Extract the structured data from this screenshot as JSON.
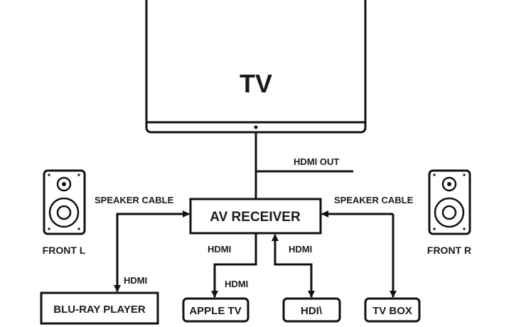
{
  "tv": {
    "label": "TV"
  },
  "hdmi_out": {
    "label": "HDMI OUT"
  },
  "receiver": {
    "label": "AV RECEIVER"
  },
  "speakers": {
    "left": {
      "label": "FRONT L",
      "cable_label": "SPEAKER CABLE"
    },
    "right": {
      "label": "FRONT R",
      "cable_label": "SPEAKER CABLE"
    }
  },
  "connections": {
    "receiver_left_hdmi": "HDMI",
    "receiver_right_hdmi": "HDMI",
    "bluray_hdmi": "HDMI",
    "appletv_hdmi": "HDMI"
  },
  "devices": [
    {
      "label": "BLU-RAY PLAYER"
    },
    {
      "label": "APPLE TV"
    },
    {
      "label": "HDI\\"
    },
    {
      "label": "TV BOX"
    }
  ]
}
